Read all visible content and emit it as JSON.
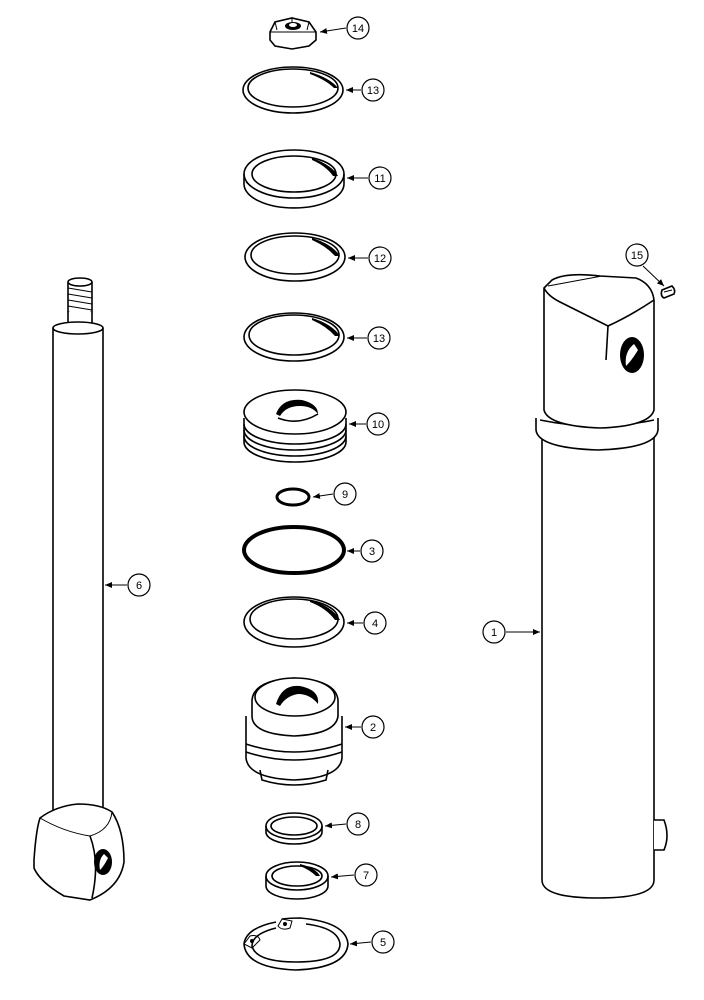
{
  "diagram": {
    "callouts": [
      {
        "id": "c14",
        "label": "14"
      },
      {
        "id": "c13a",
        "label": "13"
      },
      {
        "id": "c11",
        "label": "11"
      },
      {
        "id": "c12",
        "label": "12"
      },
      {
        "id": "c13b",
        "label": "13"
      },
      {
        "id": "c10",
        "label": "10"
      },
      {
        "id": "c9",
        "label": "9"
      },
      {
        "id": "c3",
        "label": "3"
      },
      {
        "id": "c4",
        "label": "4"
      },
      {
        "id": "c2",
        "label": "2"
      },
      {
        "id": "c8",
        "label": "8"
      },
      {
        "id": "c7",
        "label": "7"
      },
      {
        "id": "c5",
        "label": "5"
      },
      {
        "id": "c6",
        "label": "6"
      },
      {
        "id": "c1",
        "label": "1"
      },
      {
        "id": "c15",
        "label": "15"
      }
    ]
  }
}
